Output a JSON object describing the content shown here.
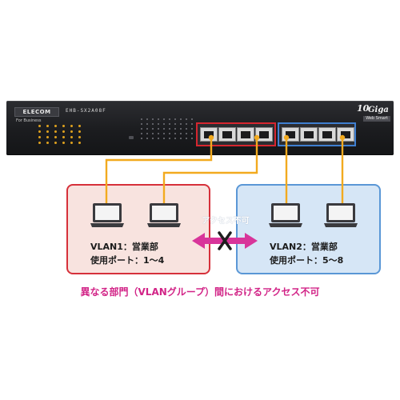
{
  "device": {
    "logo": "ELECOM",
    "subtitle": "For Business",
    "model": "EHB-SX2A08F",
    "brand_number": "10",
    "brand_word": "Giga",
    "brand_sub": "Web Smart"
  },
  "vlan1": {
    "name_line": "VLAN1：営業部",
    "ports_line": "使用ポート：1～4",
    "color": "#d6303a",
    "fill": "#f8e3df"
  },
  "vlan2": {
    "name_line": "VLAN2：営業部",
    "ports_line": "使用ポート：5～8",
    "color": "#5a97d6",
    "fill": "#d6e6f6"
  },
  "access_label": "アクセス不可",
  "caption": "異なる部門（VLANグループ）間におけるアクセス不可",
  "colors": {
    "cable": "#f2aa1f",
    "arrow": "#d8359a",
    "caption": "#d22487"
  },
  "icons": [
    "laptop-icon",
    "double-arrow-icon",
    "cross-icon",
    "ethernet-port-icon",
    "status-led-icon"
  ]
}
